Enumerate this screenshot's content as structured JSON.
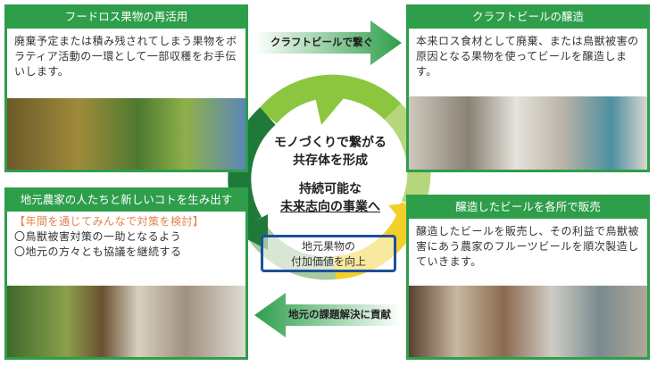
{
  "boxes": {
    "food_loss": {
      "title": "フードロス果物の再活用",
      "text": "廃棄予定または積み残されてしまう果物をボラティア活動の一環として一部収穫をお手伝いします。"
    },
    "brewing": {
      "title": "クラフトビールの醸造",
      "text": "本来ロス食材として廃棄、または鳥獣被害の原因となる果物を使ってビールを醸造します。"
    },
    "farmers": {
      "title": "地元農家の人たちと新しいコトを生み出す",
      "subtitle": "【年間を通じてみんなで対策を検討】",
      "items": [
        "〇鳥獣被害対策の一助となるよう",
        "〇地元の方々とも協議を継続する"
      ]
    },
    "sales": {
      "title": "醸造したビールを各所で販売",
      "text": "醸造したビールを販売し、その利益で鳥獣被害にあう農家のフルーツビールを順次製造していきます。"
    }
  },
  "arrows": {
    "top": "クラフトビールで繋ぐ",
    "bottom": "地元の課題解決に貢献"
  },
  "center": {
    "line1": "モノづくりで繋がる",
    "line2": "共存体を形成",
    "line3": "持続可能な",
    "line4": "未来志向の事業へ",
    "value1": "地元果物の",
    "value2": "付加価値を向上"
  },
  "colors": {
    "green": "#2e9e4a",
    "orange": "#e0834a",
    "blue": "#1f4f9a"
  }
}
